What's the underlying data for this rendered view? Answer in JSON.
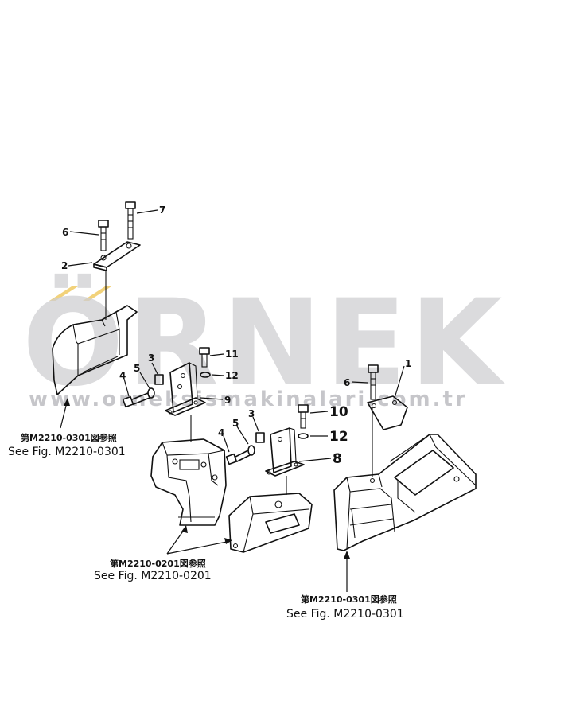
{
  "watermark": {
    "brand": "ÖRNEK",
    "url": "www.orneksismakinalari.com.tr",
    "accent_color": "#f2d27a",
    "text_color": "#cfcfd2"
  },
  "callouts": [
    {
      "id": "c7a",
      "label": "7"
    },
    {
      "id": "c6a",
      "label": "6"
    },
    {
      "id": "c2",
      "label": "2"
    },
    {
      "id": "c11",
      "label": "11"
    },
    {
      "id": "c3a",
      "label": "3"
    },
    {
      "id": "c5a",
      "label": "5"
    },
    {
      "id": "c12a",
      "label": "12"
    },
    {
      "id": "c4a",
      "label": "4"
    },
    {
      "id": "c9",
      "label": "9"
    },
    {
      "id": "c1",
      "label": "1"
    },
    {
      "id": "c6b",
      "label": "6"
    },
    {
      "id": "c10",
      "label": "10"
    },
    {
      "id": "c3b",
      "label": "3"
    },
    {
      "id": "c5b",
      "label": "5"
    },
    {
      "id": "c12b",
      "label": "12"
    },
    {
      "id": "c4b",
      "label": "4"
    },
    {
      "id": "c8",
      "label": "8"
    }
  ],
  "references": [
    {
      "id": "ref-left",
      "jp": "第M2210-0301図参照",
      "en": "See Fig. M2210-0301"
    },
    {
      "id": "ref-center",
      "jp": "第M2210-0201図参照",
      "en": "See Fig. M2210-0201"
    },
    {
      "id": "ref-right",
      "jp": "第M2210-0301図参照",
      "en": "See Fig. M2210-0301"
    }
  ]
}
